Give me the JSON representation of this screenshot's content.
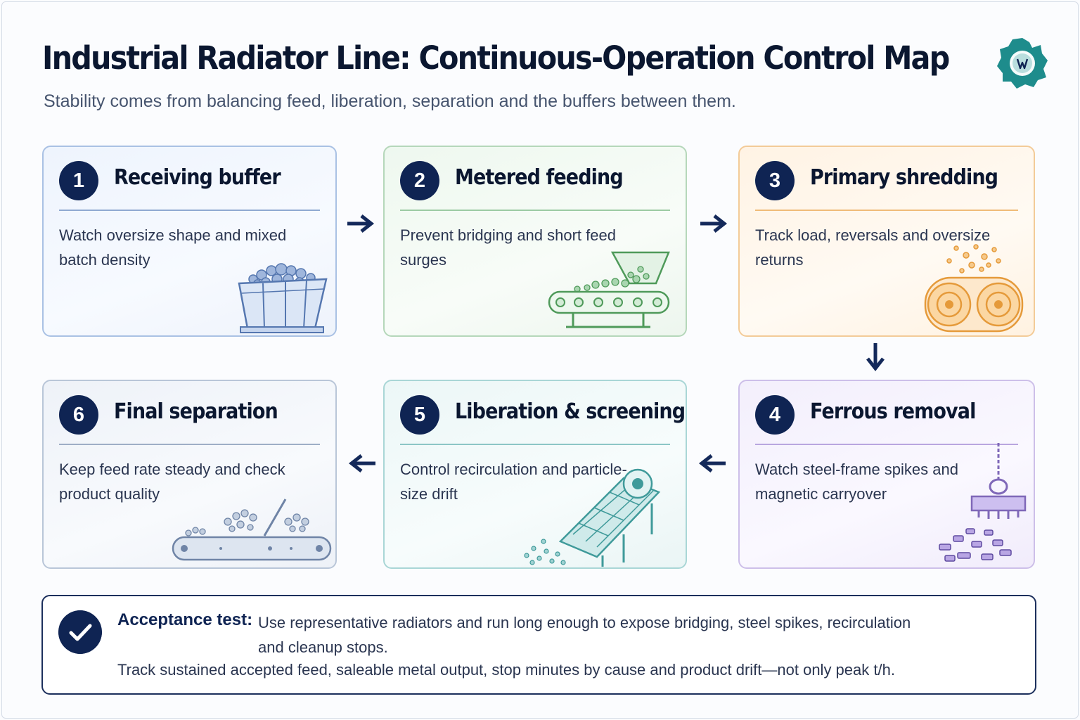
{
  "header": {
    "title": "Industrial Radiator Line: Continuous-Operation Control Map",
    "subtitle": "Stability comes from balancing feed, liberation, separation and the buffers between them."
  },
  "logo": {
    "icon": "gear-logo-icon",
    "color": "#1e8c8c"
  },
  "steps": [
    {
      "number": "1",
      "title": "Receiving buffer",
      "description": "Watch oversize shape and mixed batch density",
      "icon": "dump-bin-icon",
      "color": "#5577b0"
    },
    {
      "number": "2",
      "title": "Metered feeding",
      "description": "Prevent bridging and short feed surges",
      "icon": "hopper-conveyor-icon",
      "color": "#4f9a5a"
    },
    {
      "number": "3",
      "title": "Primary shredding",
      "description": "Track load, reversals and oversize returns",
      "icon": "twin-shaft-shredder-icon",
      "color": "#e59a3a"
    },
    {
      "number": "4",
      "title": "Ferrous removal",
      "description": "Watch steel-frame spikes and magnetic carryover",
      "icon": "lifting-magnet-icon",
      "color": "#7f68b8"
    },
    {
      "number": "5",
      "title": "Liberation & screening",
      "description": "Control recirculation and particle-size drift",
      "icon": "vibrating-screen-icon",
      "color": "#3f9a9a"
    },
    {
      "number": "6",
      "title": "Final separation",
      "description": "Keep feed rate steady and check product quality",
      "icon": "splitter-conveyor-icon",
      "color": "#6f84a6"
    }
  ],
  "acceptance": {
    "label": "Acceptance test:",
    "line1": "Use representative radiators and run long enough to expose bridging, steel spikes, recirculation and cleanup stops.",
    "line2": "Track sustained accepted feed, saleable metal output, stop minutes by cause and product drift—not only peak t/h."
  },
  "colors": {
    "accent": "#0f2453",
    "arrow": "#14295a"
  }
}
